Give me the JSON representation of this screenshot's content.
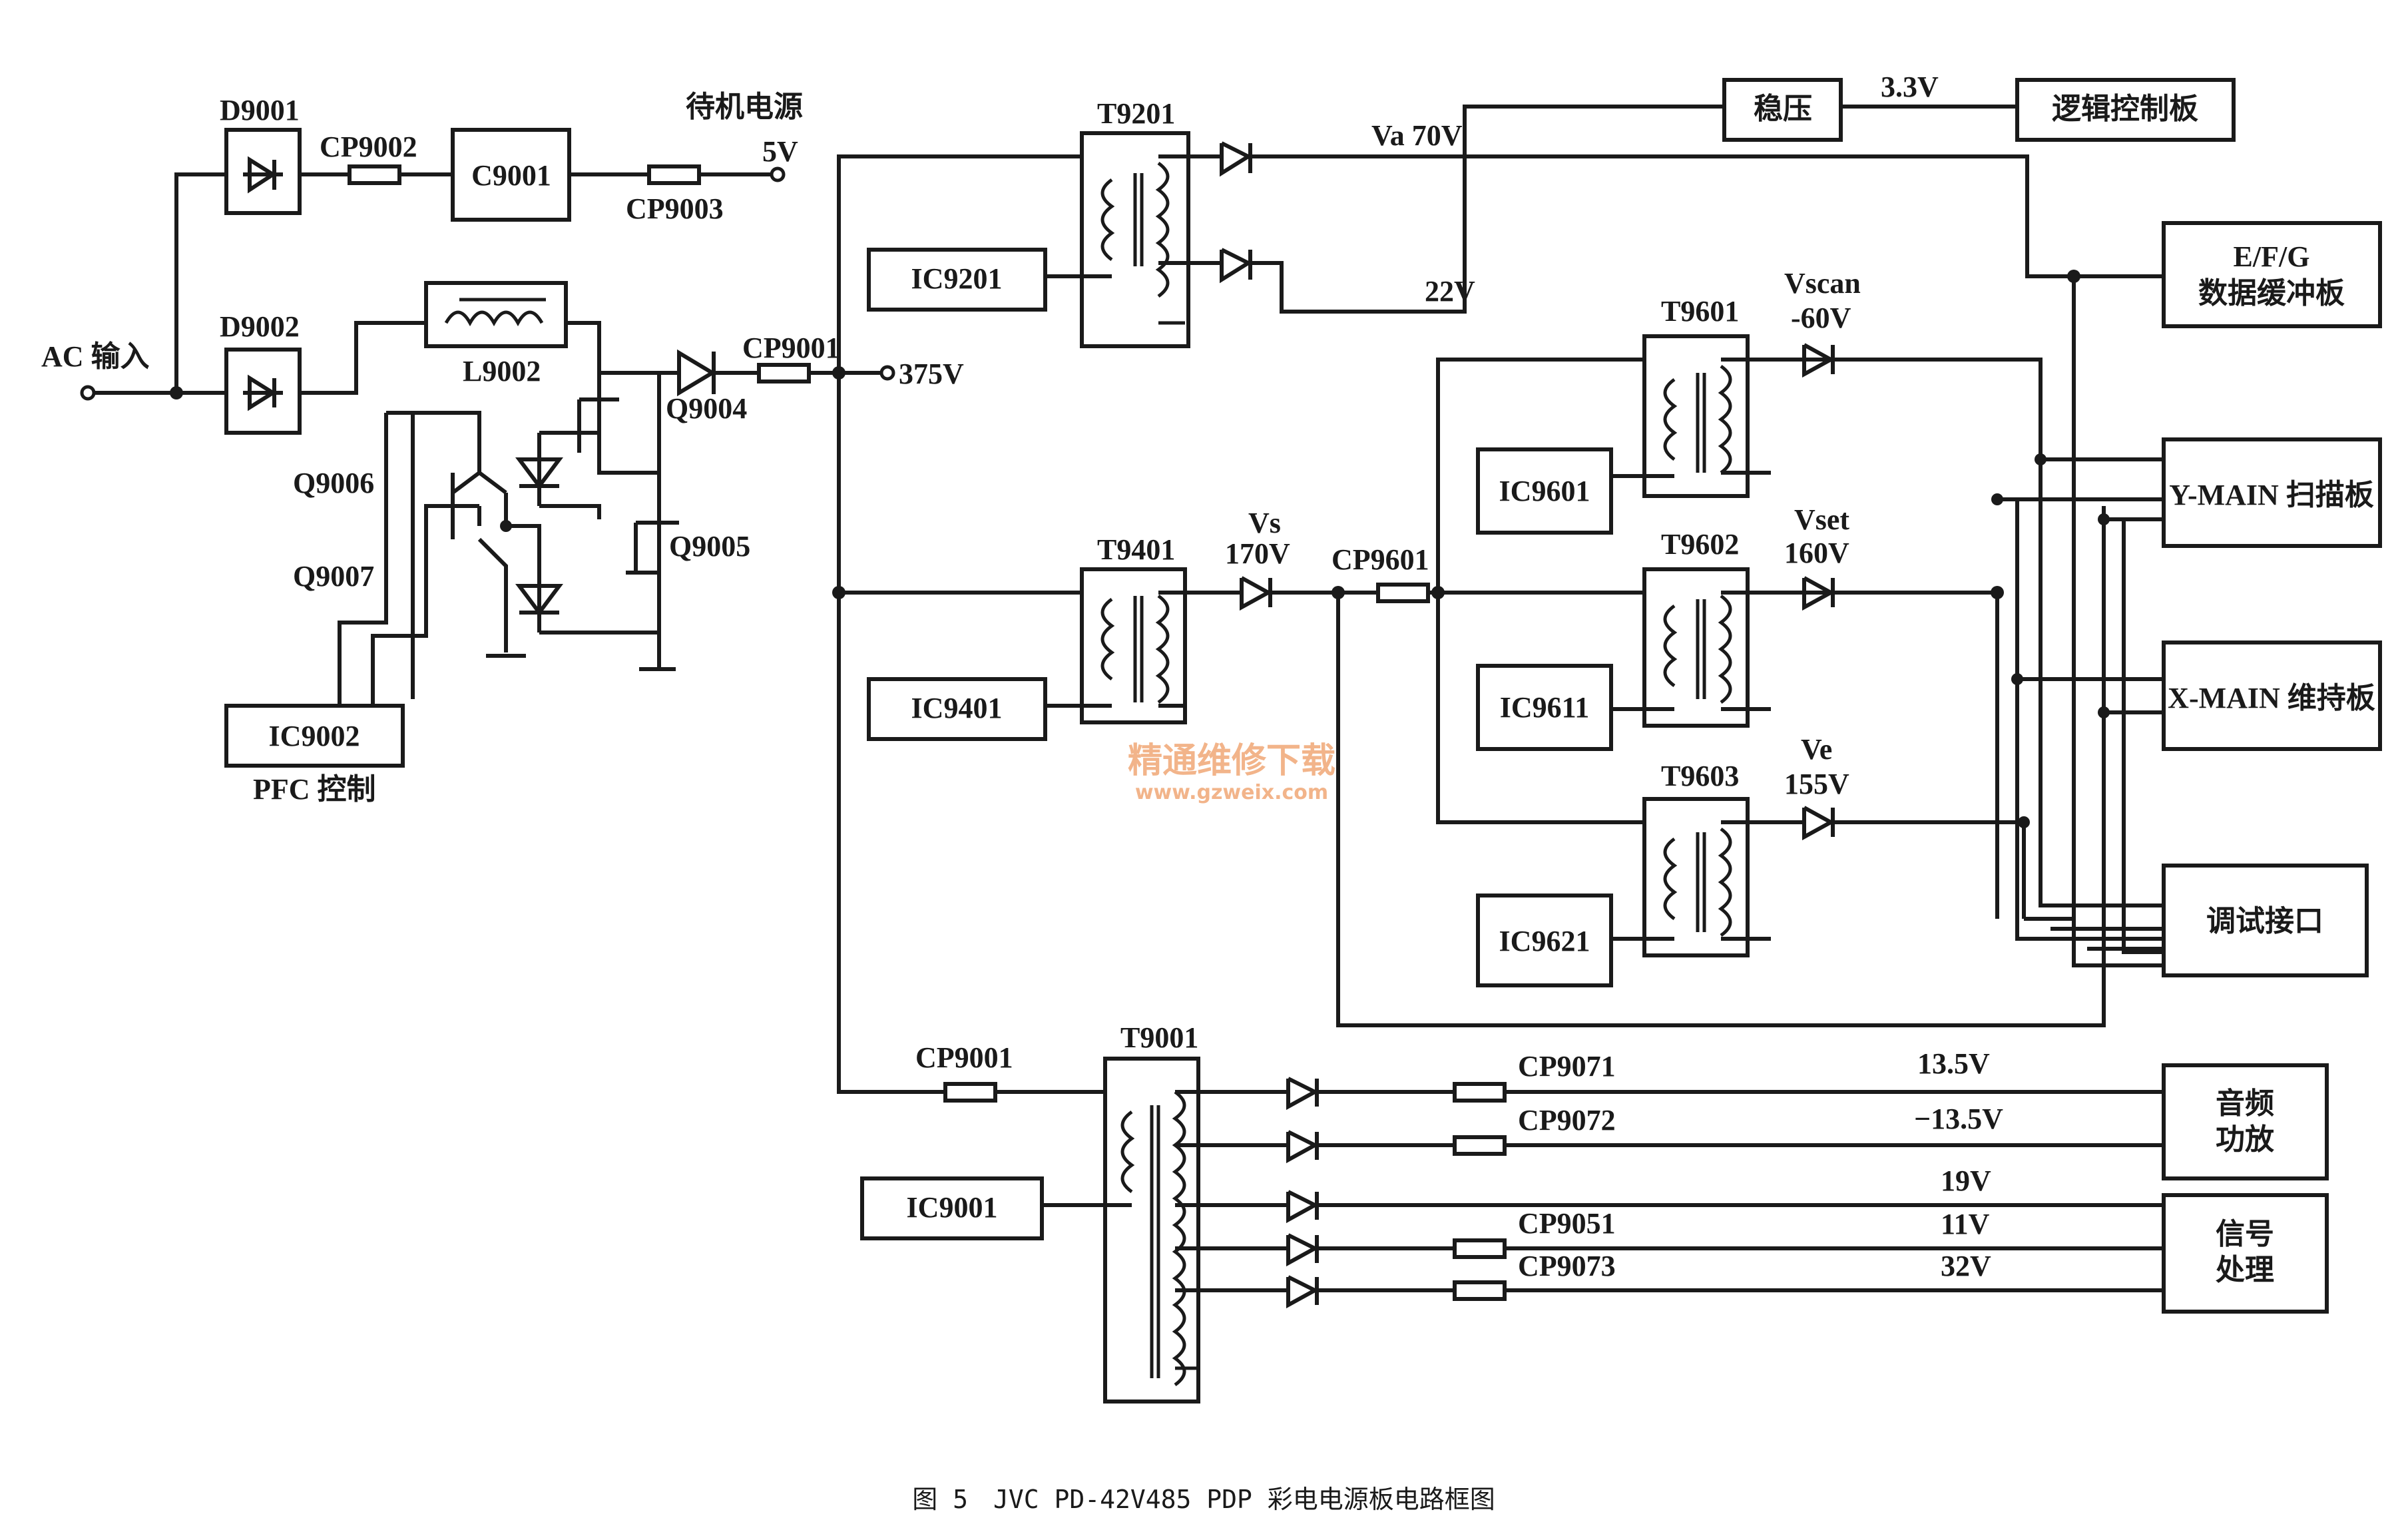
{
  "caption": "图 5　JVC PD-42V485 PDP 彩电电源板电路框图",
  "watermark": {
    "cn": "精通维修下载",
    "url": "www.gzweix.com"
  },
  "input": {
    "ac": "AC 输入"
  },
  "standby": {
    "d9001": "D9001",
    "cp9002": "CP9002",
    "c9001": "C9001",
    "cp9003": "CP9003",
    "title": "待机电源",
    "volt": "5V"
  },
  "pfc": {
    "d9002": "D9002",
    "l9002": "L9002",
    "q9004": "Q9004",
    "q9005": "Q9005",
    "q9006": "Q9006",
    "q9007": "Q9007",
    "ic": "IC9002",
    "ctrl": "PFC 控制",
    "cp9001": "CP9001",
    "volt": "375V"
  },
  "logic_section": {
    "t9201": "T9201",
    "ic9201": "IC9201",
    "va": "Va 70V",
    "v22": "22V",
    "reg": "稳压",
    "v33": "3.3V",
    "logic_board": "逻辑控制板",
    "efg_line1": "E/F/G",
    "efg_line2": "数据缓冲板"
  },
  "sustain_section": {
    "t9401": "T9401",
    "ic9401": "IC9401",
    "vs_name": "Vs",
    "vs_val": "170V",
    "cp9601": "CP9601"
  },
  "scan_section": {
    "t9601": "T9601",
    "ic9601": "IC9601",
    "vscan_name": "Vscan",
    "vscan_val": "-60V",
    "t9602": "T9602",
    "ic9611": "IC9611",
    "vset_name": "Vset",
    "vset_val": "160V",
    "t9603": "T9603",
    "ic9621": "IC9621",
    "ve_name": "Ve",
    "ve_val": "155V"
  },
  "boards": {
    "y_main": "Y-MAIN 扫描板",
    "x_main": "X-MAIN 维持板",
    "debug": "调试接口"
  },
  "audio_section": {
    "cp9001": "CP9001",
    "t9001": "T9001",
    "ic9001": "IC9001",
    "cp9071": "CP9071",
    "cp9072": "CP9072",
    "cp9051": "CP9051",
    "cp9073": "CP9073",
    "v135": "13.5V",
    "vneg135": "−13.5V",
    "v19": "19V",
    "v11": "11V",
    "v32": "32V",
    "audio_line1": "音频",
    "audio_line2": "功放",
    "signal_line1": "信号",
    "signal_line2": "处理"
  }
}
